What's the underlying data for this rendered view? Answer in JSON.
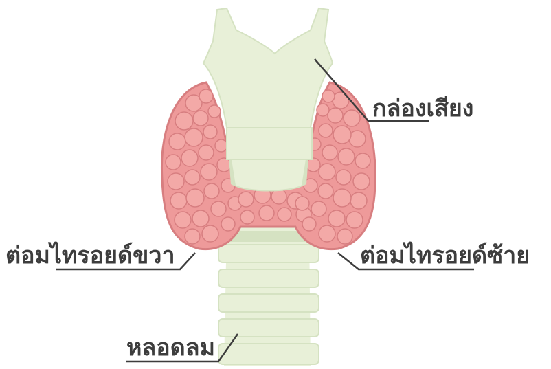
{
  "labels": {
    "larynx": "กล่องเสียง",
    "right_thyroid": "ต่อมไทรอยด์ขวา",
    "left_thyroid": "ต่อมไทรอยด์ซ้าย",
    "trachea": "หลอดลม"
  },
  "colors": {
    "thyroid_fill": "#EE9A9A",
    "thyroid_outline": "#D77E80",
    "thyroid_highlight": "#F7B9B6",
    "cartilage_fill": "#E8F0D8",
    "cartilage_shadow": "#D5E2C2",
    "leader_line": "#3d3d3d"
  }
}
